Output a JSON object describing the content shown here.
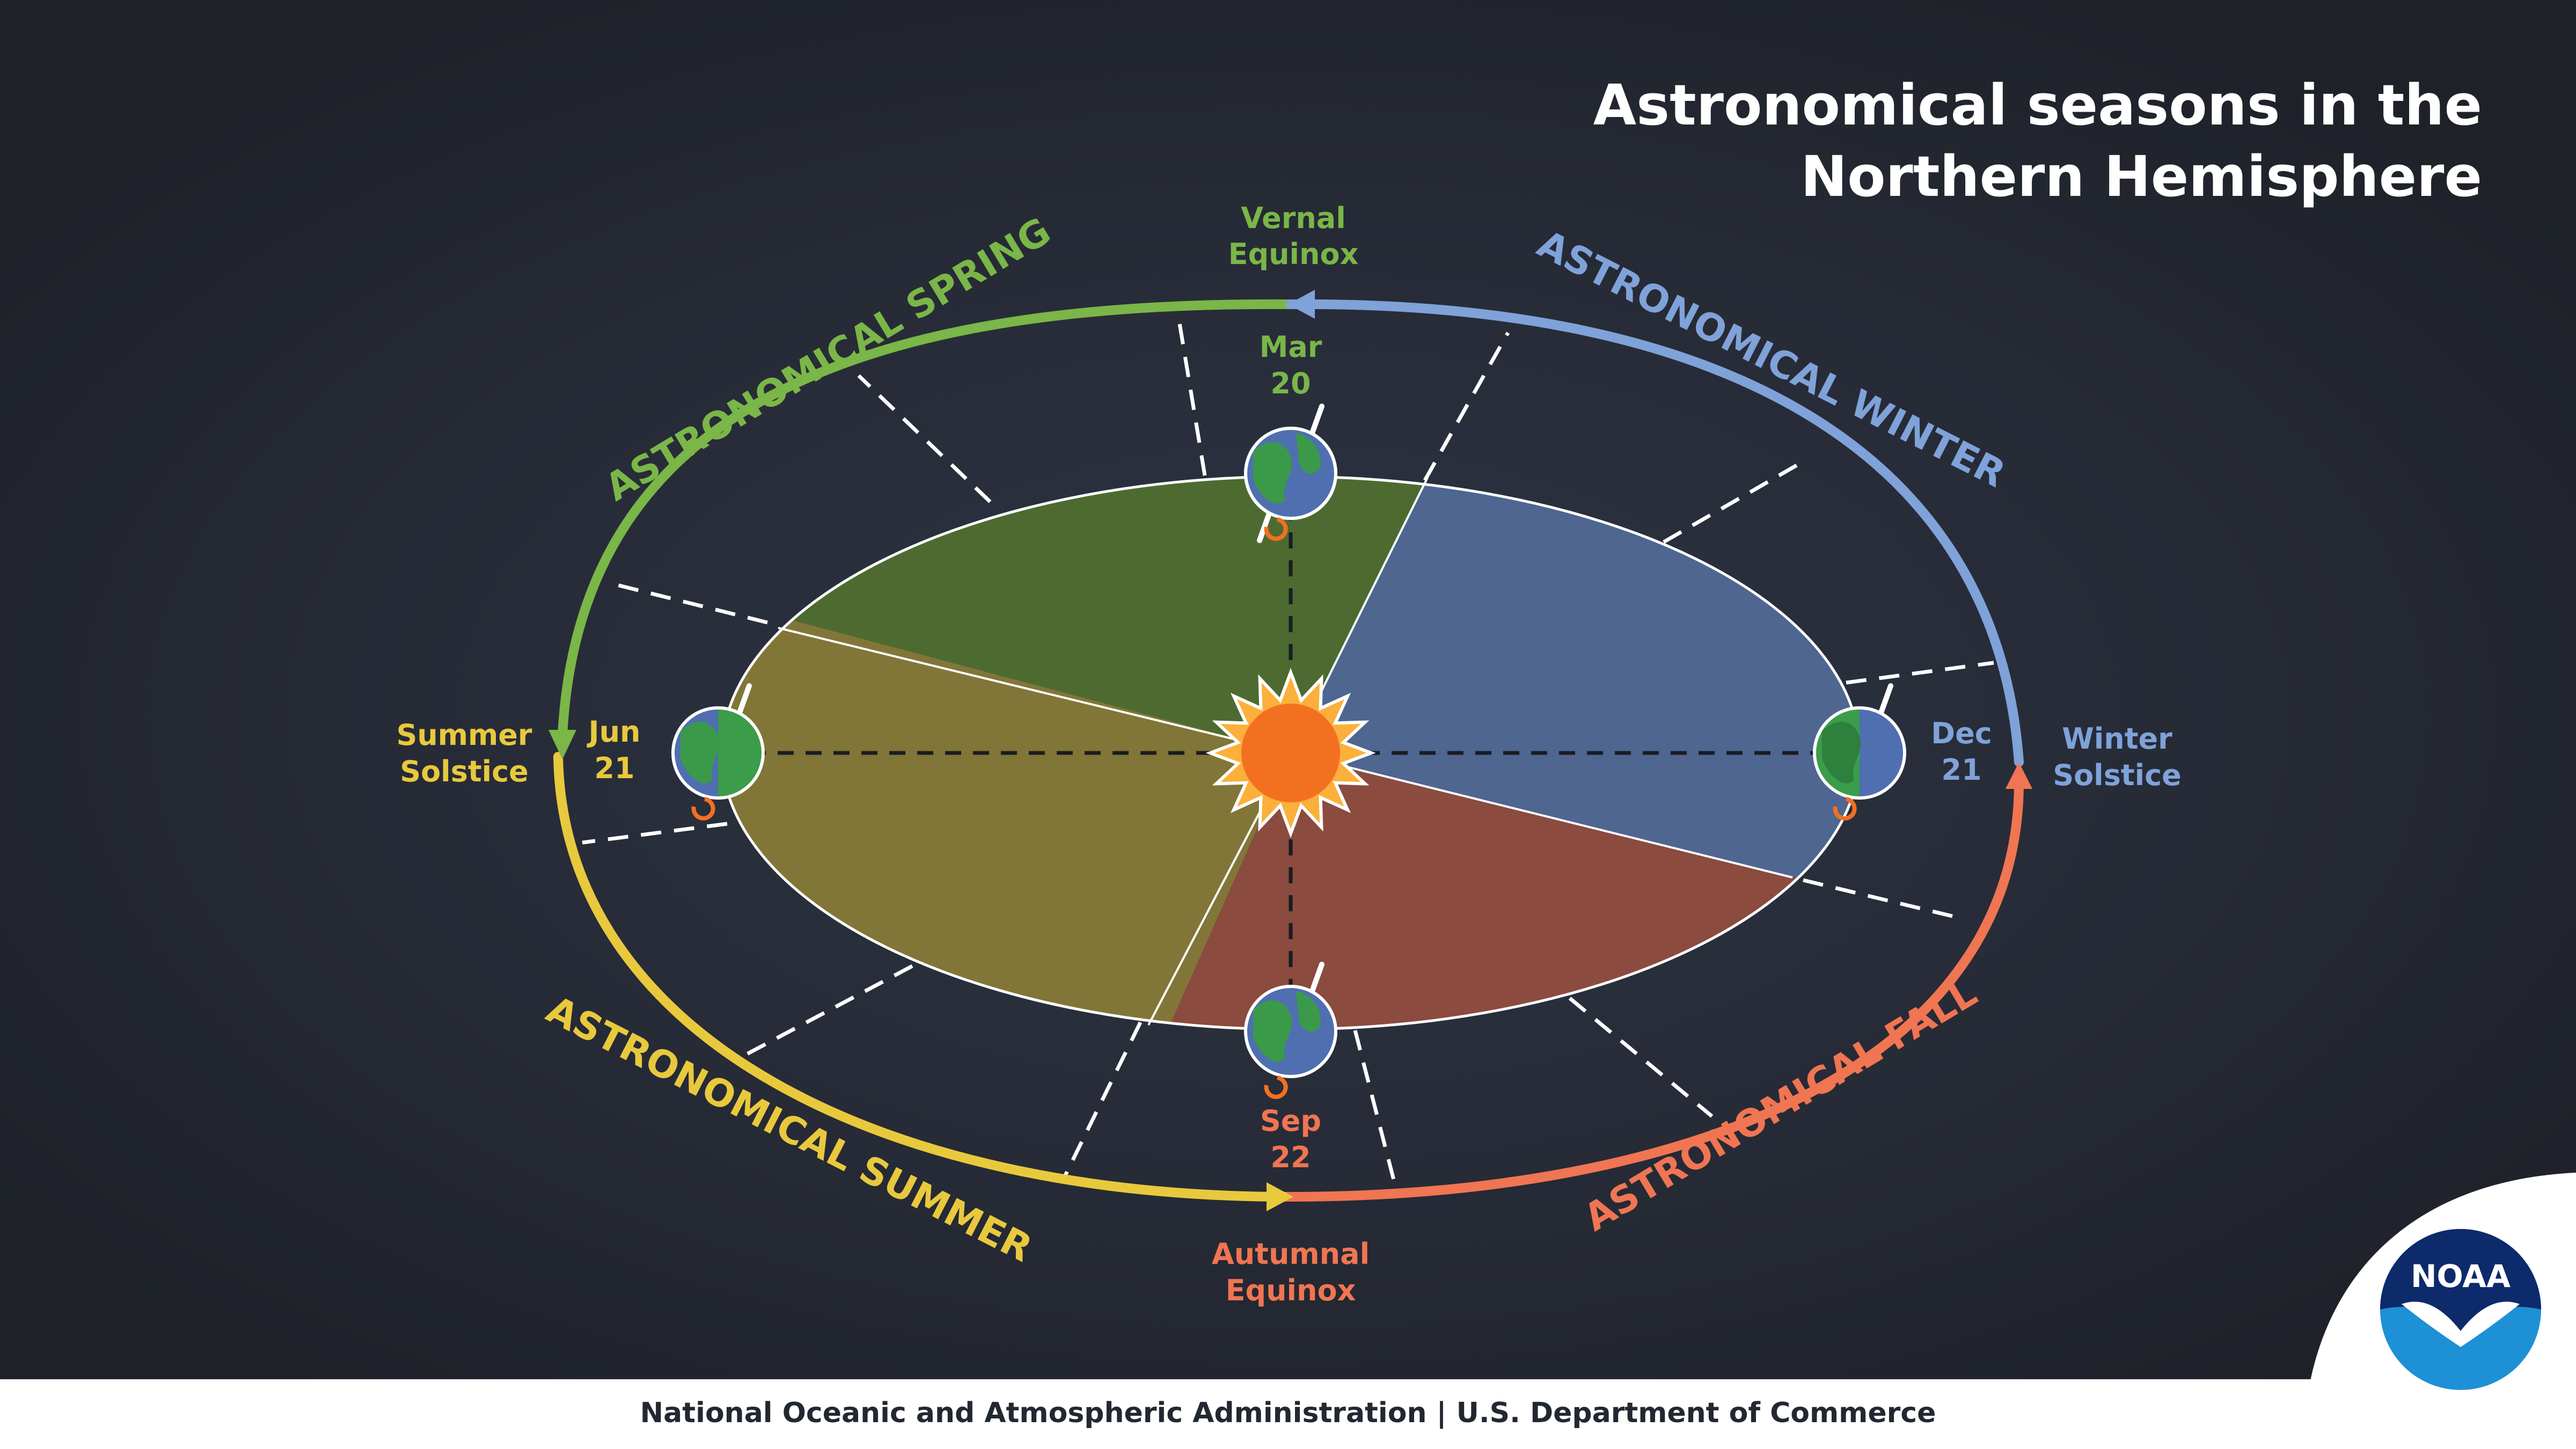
{
  "title": {
    "line1": "Astronomical seasons in the",
    "line2": "Northern Hemisphere"
  },
  "seasons": {
    "spring": {
      "label": "ASTRONOMICAL SPRING",
      "color": "#7ab648",
      "fill": "#4d6b30"
    },
    "winter": {
      "label": "ASTRONOMICAL WINTER",
      "color": "#7fa2d9",
      "fill": "#4e6690"
    },
    "summer": {
      "label": "ASTRONOMICAL SUMMER",
      "color": "#e8c93d",
      "fill": "#817638"
    },
    "fall": {
      "label": "ASTRONOMICAL FALL",
      "color": "#f07552",
      "fill": "#8b4b3f"
    }
  },
  "events": {
    "vernal": {
      "name_line1": "Vernal",
      "name_line2": "Equinox",
      "date_line1": "Mar",
      "date_line2": "20"
    },
    "summer": {
      "name_line1": "Summer",
      "name_line2": "Solstice",
      "date_line1": "Jun",
      "date_line2": "21"
    },
    "winter": {
      "name_line1": "Winter",
      "name_line2": "Solstice",
      "date_line1": "Dec",
      "date_line2": "21"
    },
    "autumnal": {
      "name_line1": "Autumnal",
      "name_line2": "Equinox",
      "date_line1": "Sep",
      "date_line2": "22"
    }
  },
  "footer": {
    "text": "National Oceanic and Atmospheric Administration | U.S. Department of Commerce"
  },
  "logo": {
    "text": "NOAA"
  },
  "colors": {
    "background": "#262a33",
    "sun": "#f37021",
    "sun_rays": "#fbb03b",
    "earth_ocean": "#4f6fb0",
    "earth_land": "#3a9a4a"
  }
}
